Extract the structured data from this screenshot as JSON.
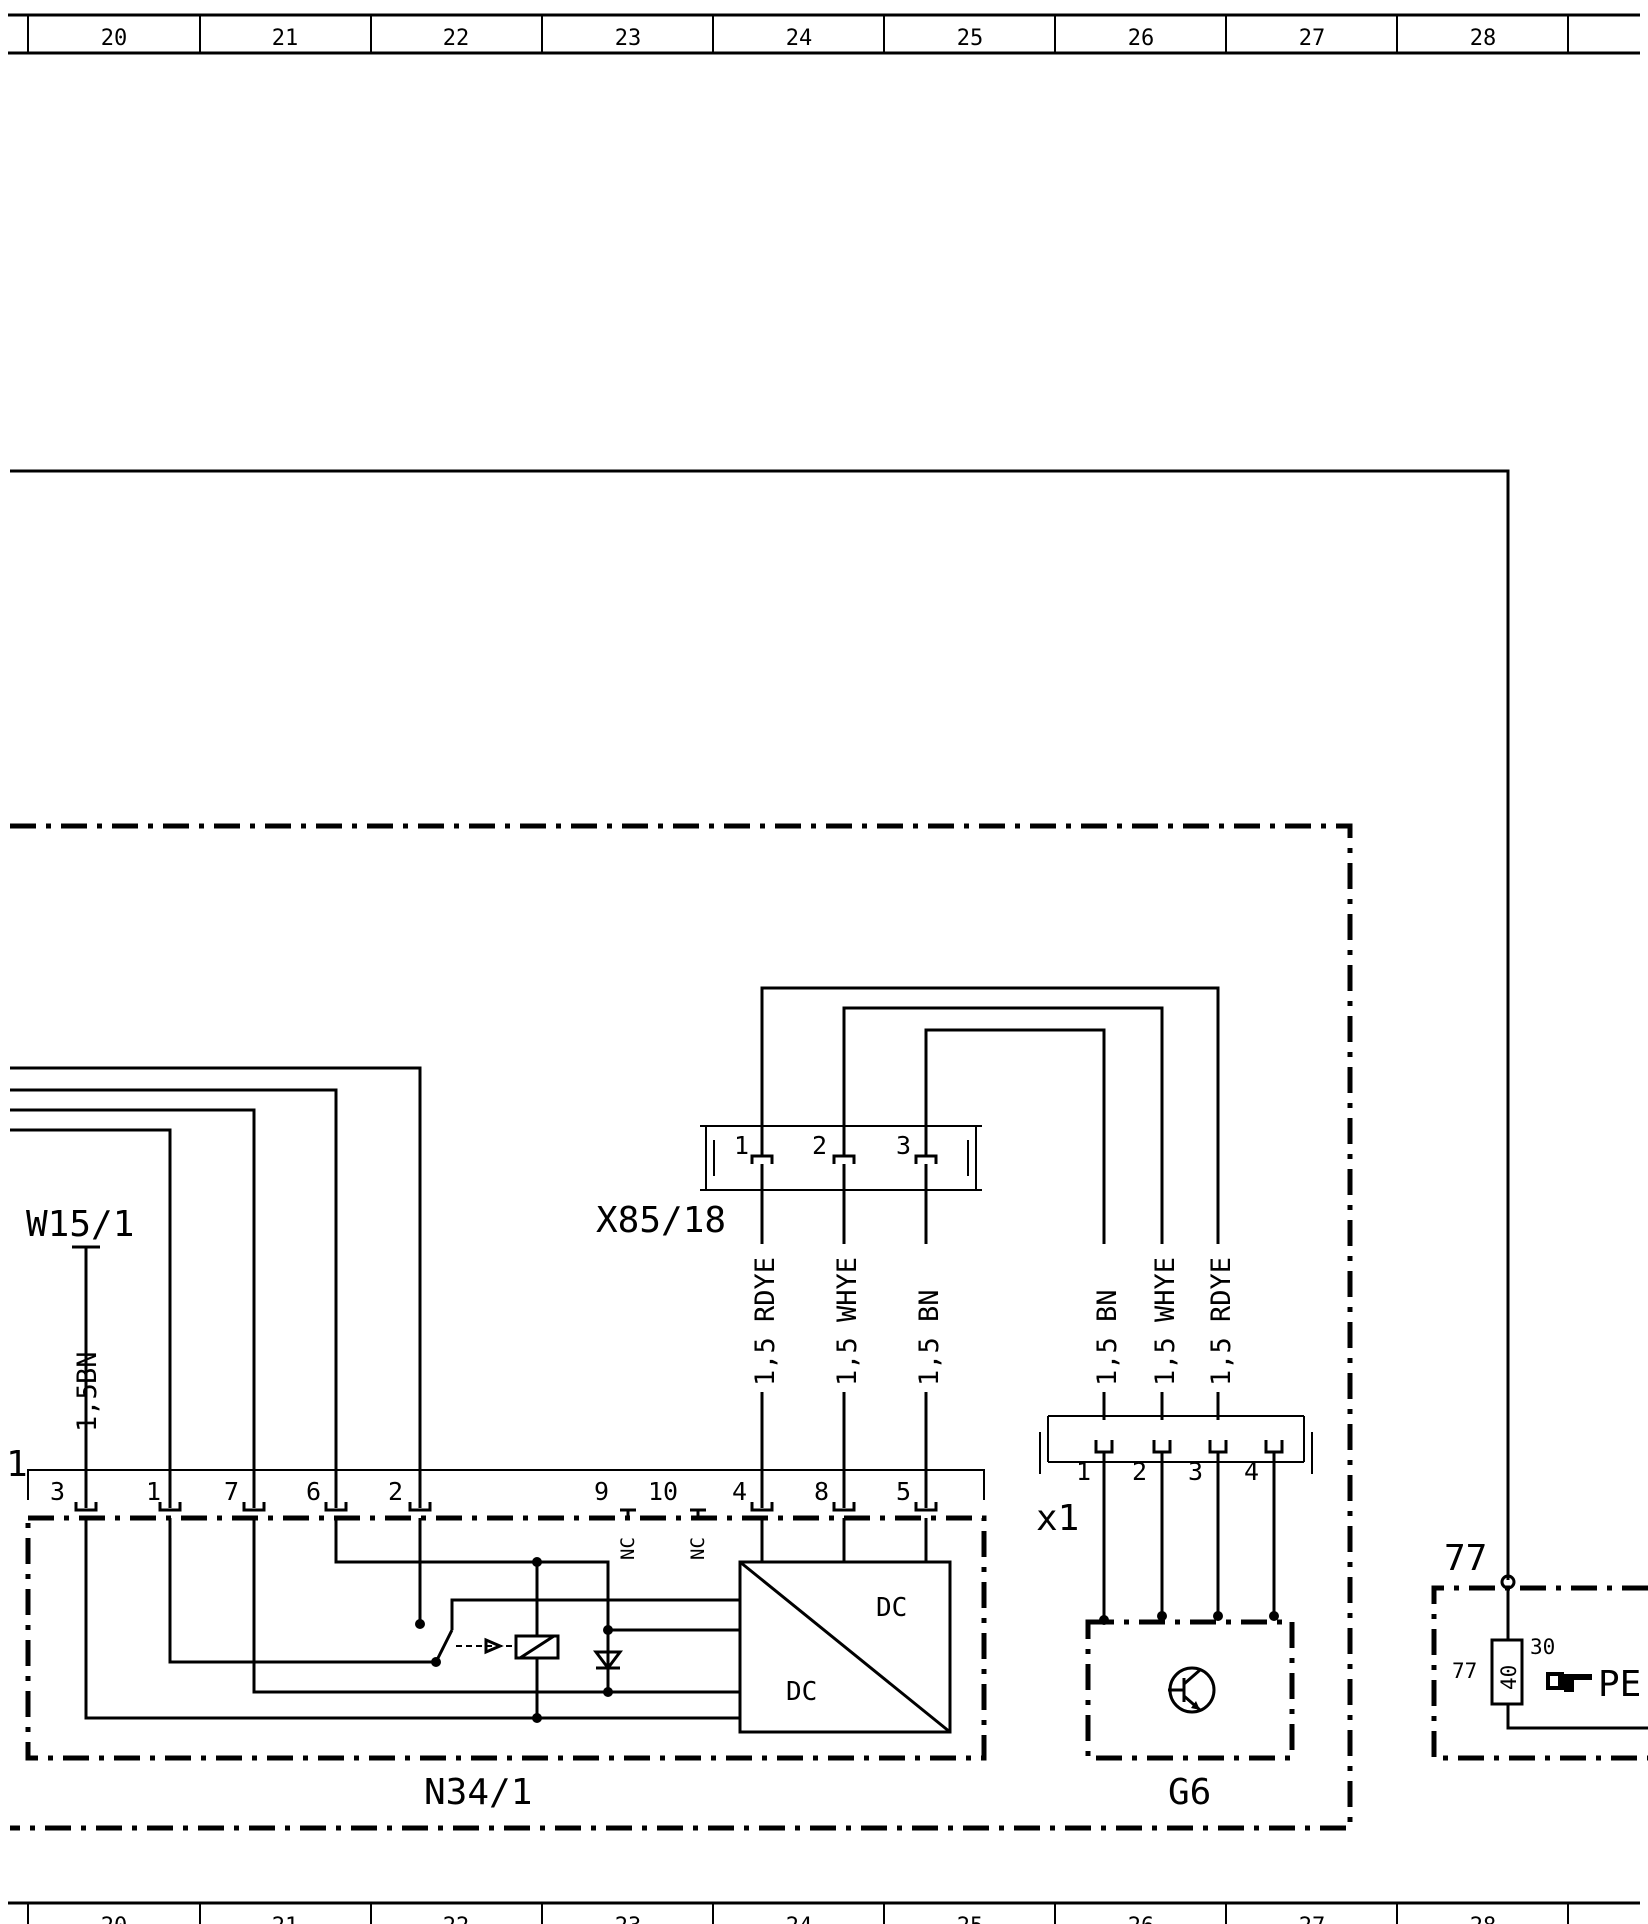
{
  "ruler": {
    "numbers": [
      "20",
      "21",
      "22",
      "23",
      "24",
      "25",
      "26",
      "27",
      "28"
    ]
  },
  "components": {
    "n34_1": {
      "label": "N34/1"
    },
    "g6": {
      "label": "G6"
    },
    "x85_18": {
      "label": "X85/18",
      "pins": [
        "1",
        "2",
        "3"
      ]
    },
    "w15_1": {
      "label": "W15/1"
    },
    "x1": {
      "label": "x1",
      "pins": [
        "1",
        "2",
        "3",
        "4"
      ]
    },
    "relay": {
      "terminal": "77",
      "inner_terminal": "77",
      "fuse": "40",
      "fuse_pin": "30",
      "ref_label": "PE"
    }
  },
  "n34_1_pins": [
    "3",
    "1",
    "7",
    "6",
    "2",
    "9",
    "10",
    "4",
    "8",
    "5"
  ],
  "nc_label": "NC",
  "converter": {
    "top": "DC",
    "bottom": "DC"
  },
  "connector_edge_label": "1",
  "wires": {
    "w15_1": {
      "size": "1,5",
      "color": "BN"
    },
    "x85_rdye": {
      "size": "1,5",
      "color": "RDYE"
    },
    "x85_whye": {
      "size": "1,5",
      "color": "WHYE"
    },
    "x85_bn": {
      "size": "1,5",
      "color": "BN"
    },
    "g6_bn": {
      "size": "1,5",
      "color": "BN"
    },
    "g6_whye": {
      "size": "1,5",
      "color": "WHYE"
    },
    "g6_rdye": {
      "size": "1,5",
      "color": "RDYE"
    }
  }
}
